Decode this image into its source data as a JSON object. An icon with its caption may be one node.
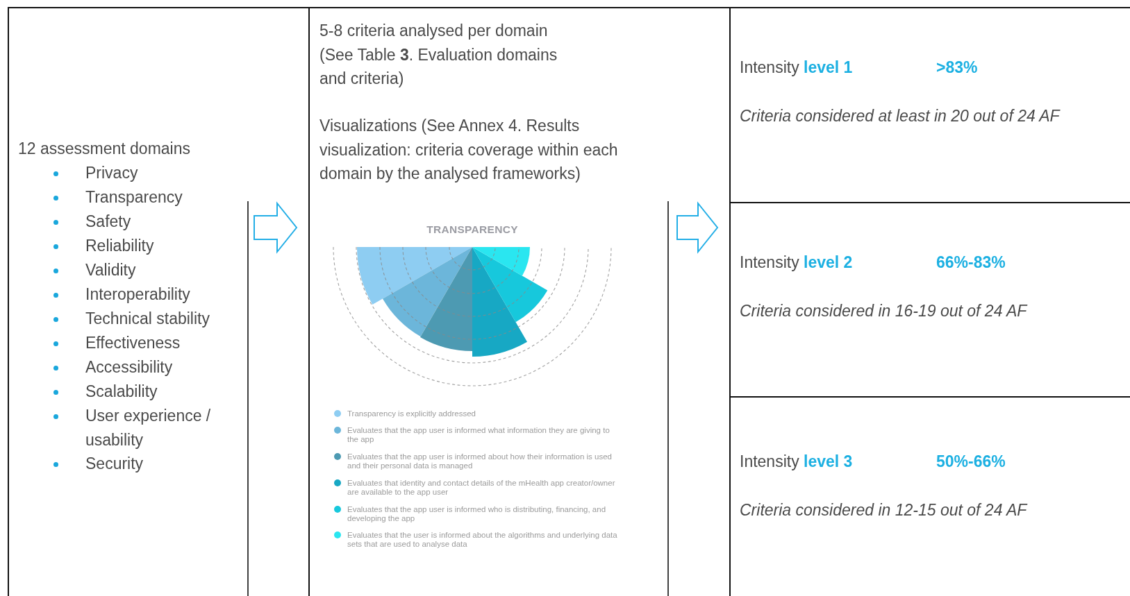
{
  "diagram": {
    "nodes": [
      {
        "text": [
          "12 assessment domains",
          "Privacy",
          "Transparency",
          "Safety",
          "Reliability",
          "Validity",
          "Interoperability",
          "Technical stability",
          "Effectiveness",
          "Accessibility",
          "Scalability",
          "User experience / usability",
          "Security"
        ]
      },
      {
        "text": [
          "5-8 criteria analysed per domain (See Table **3**. Evaluation domains and criteria)",
          "Visualizations (See Annex 4. Results visualization: criteria coverage within each domain by the analysed frameworks)"
        ]
      },
      {
        "text": [],
        "shape": "box"
      },
      {
        "text": [
          "Intensity **level 1**",
          ">83%",
          "Criteria considered at least in 20 out of 24 AF"
        ],
        "in": 2
      },
      {
        "text": [
          "Intensity **level 2**",
          "66%-83%",
          "Criteria considered in 16-19 out of 24 AF"
        ],
        "in": 2
      },
      {
        "text": [
          "Intensity **level 3**",
          "50%-66%",
          "Criteria considered in 12-15 out of 24 AF"
        ],
        "in": 2
      }
    ],
    "edges": [
      {
        "from": 0,
        "to": 1,
        "arrow": "to"
      },
      {
        "from": 1,
        "to": 2,
        "arrow": "to"
      }
    ],
    "labels": [
      "TRANSPARENCY"
    ],
    "legend": [
      {
        "text": "Transparency is explicitly addressed",
        "color": "#8ecdf2"
      },
      {
        "text": "Evaluates that the app user is informed what information they are giving to the app",
        "color": "#6cb6da"
      },
      {
        "text": "Evaluates that the app user is informed about how their information is used and their personal data is managed",
        "color": "#4d9ab2"
      },
      {
        "text": "Evaluates that identity and contact details of the mHealth app creator/owner are available to the app user",
        "color": "#17a8c4"
      },
      {
        "text": "Evaluates that the app user is informed who is distributing, financing, and developing the app",
        "color": "#17c8dc"
      },
      {
        "text": "Evaluates that the user is informed about the algorithms and underlying data sets that are used to analyse data",
        "color": "#2ae6f0"
      }
    ]
  }
}
